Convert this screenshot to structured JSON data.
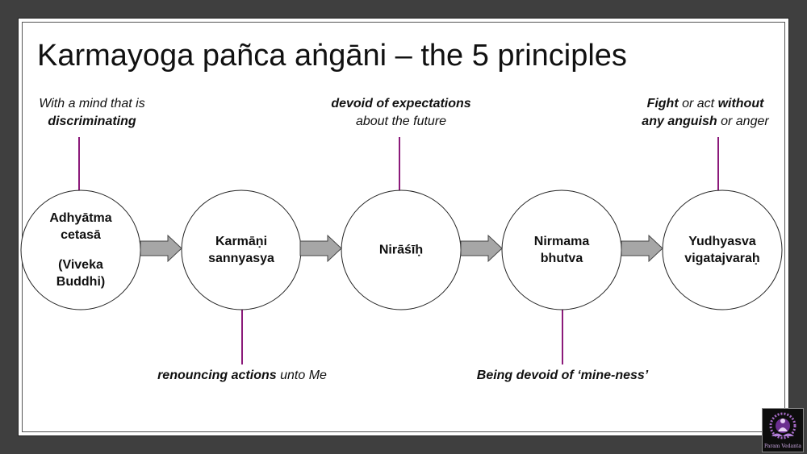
{
  "title": "Karmayoga pañca aṅgāni – the 5 principles",
  "nodes": [
    {
      "lines": [
        "Adhyātma",
        "cetasā",
        "",
        "(Viveka",
        "Buddhi)"
      ]
    },
    {
      "lines": [
        "Karmāṇi",
        "sannyasya"
      ]
    },
    {
      "lines": [
        "Nirāśīḥ"
      ]
    },
    {
      "lines": [
        "Nirmama",
        "bhutva"
      ]
    },
    {
      "lines": [
        "Yudhyasva",
        "vigatajvaraḥ"
      ]
    }
  ],
  "annotations": {
    "a1": {
      "l1_italic": "With a mind that is",
      "l2_bold": "discriminating"
    },
    "a2": {
      "bold": "renouncing actions",
      "rest": " unto Me"
    },
    "a3": {
      "l1_bold": "devoid of expectations",
      "l2_italic": "about the future"
    },
    "a4": {
      "bold": "Being devoid of ‘mine-ness’"
    },
    "a5": {
      "l1_b1": "Fight",
      "l1_i1": " or act ",
      "l1_b2": "without",
      "l2_b1": "any anguish",
      "l2_i1": " or anger"
    }
  },
  "logo": {
    "text": "Param Vedanta"
  },
  "colors": {
    "connector": "#8b1a7a",
    "arrow_fill": "#a6a6a6",
    "arrow_stroke": "#444444"
  }
}
